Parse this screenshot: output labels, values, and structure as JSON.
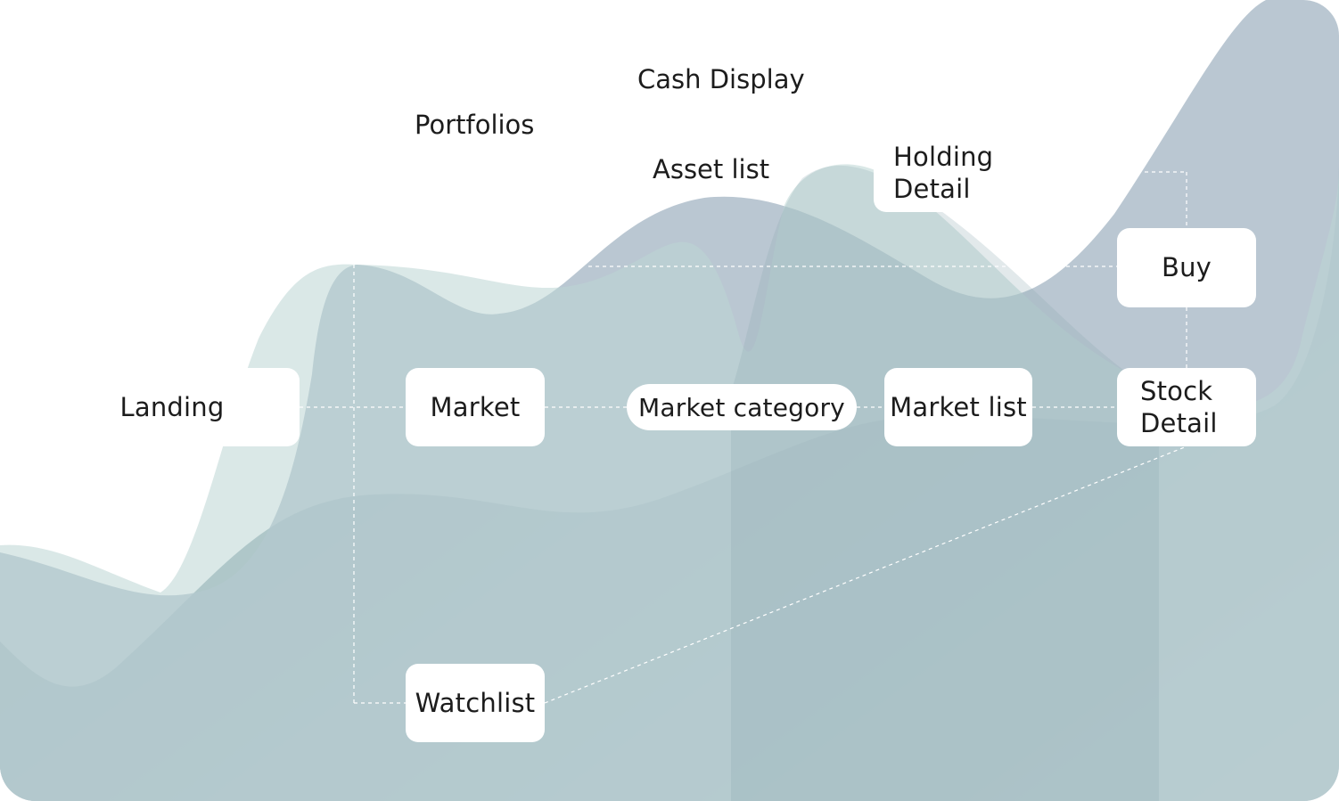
{
  "diagram": {
    "nodes": {
      "landing": "Landing",
      "market": "Market",
      "market_category": "Market category",
      "market_list": "Market list",
      "stock_detail": "Stock\nDetail",
      "buy": "Buy",
      "holding_detail": "Holding\nDetail",
      "watchlist": "Watchlist",
      "portfolios": "Portfolios",
      "cash_display": "Cash Display",
      "asset_list": "Asset list"
    },
    "colors": {
      "wave_blue": "#a9b9c7",
      "wave_teal": "#bcd6d4",
      "base_dark": "#8aa6ae",
      "base_light": "#dde2e7",
      "node_bg": "#ffffff",
      "connector": "#ffffff"
    }
  }
}
